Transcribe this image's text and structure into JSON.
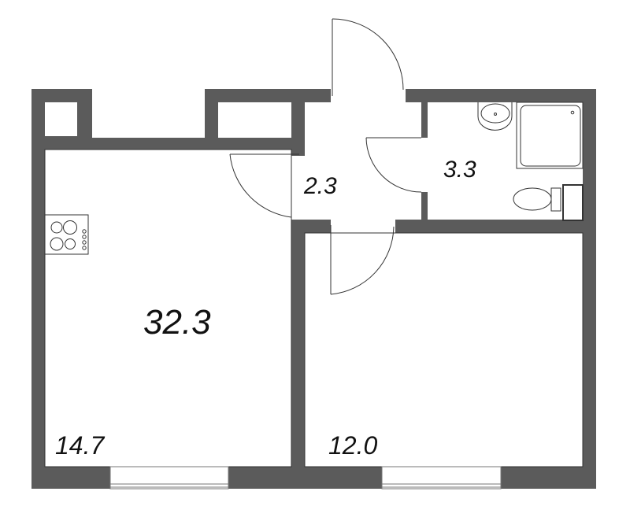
{
  "plan": {
    "total_area": "32.3",
    "rooms": [
      {
        "id": "kitchen-living",
        "area": "14.7"
      },
      {
        "id": "bedroom",
        "area": "12.0"
      },
      {
        "id": "hallway",
        "area": "2.3"
      },
      {
        "id": "bathroom",
        "area": "3.3"
      }
    ]
  },
  "colors": {
    "wall": "#5b5b5b",
    "background": "#ffffff",
    "line": "#333333"
  }
}
